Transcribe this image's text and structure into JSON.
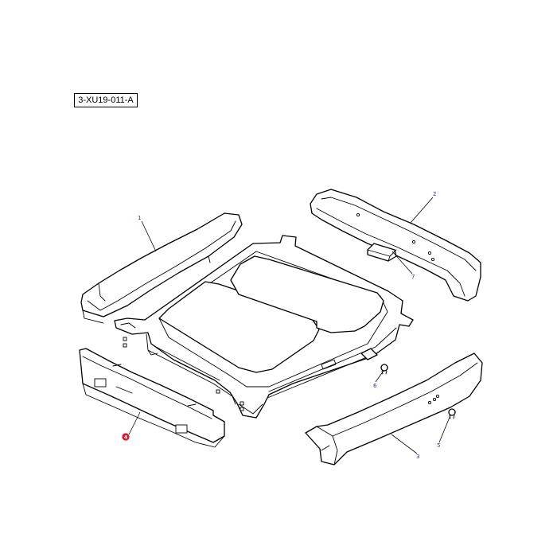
{
  "figure": {
    "reference_id": "3-XU19-011-A"
  },
  "colors": {
    "line": "#000000",
    "callout": "#2b2bb0",
    "highlight": "#e0102a"
  },
  "callouts": [
    {
      "number": "1",
      "part": "front-left-trim",
      "highlighted": false
    },
    {
      "number": "2",
      "part": "rear-right-trim",
      "highlighted": false
    },
    {
      "number": "3",
      "part": "front-right-trim",
      "highlighted": false
    },
    {
      "number": "4",
      "part": "front-panel",
      "highlighted": true
    },
    {
      "number": "5",
      "part": "fastener-clip",
      "highlighted": false
    },
    {
      "number": "6",
      "part": "fastener-clip",
      "highlighted": false
    },
    {
      "number": "7",
      "part": "pad",
      "highlighted": false
    }
  ]
}
